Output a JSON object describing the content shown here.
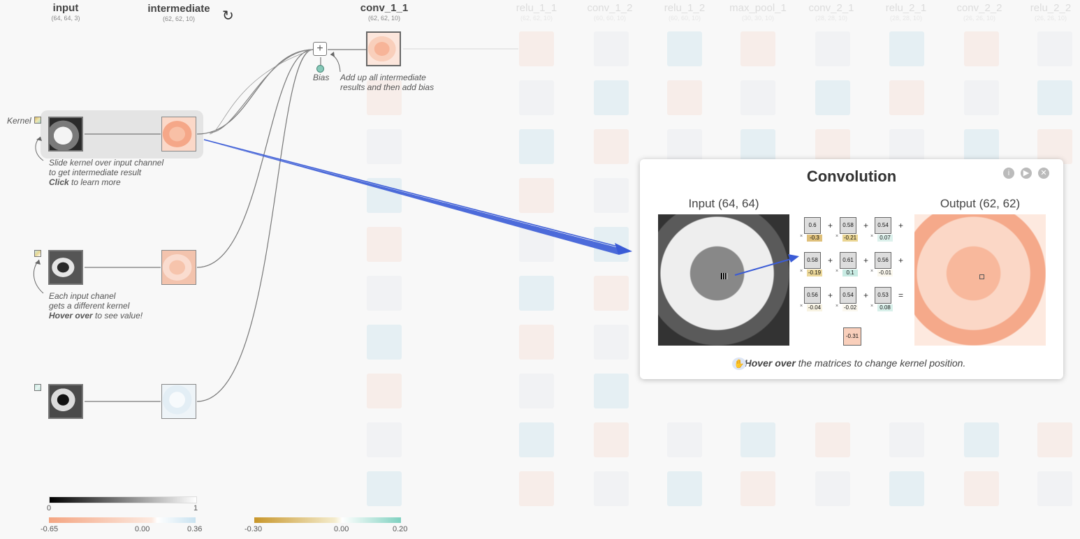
{
  "columns": {
    "input": {
      "title": "input",
      "shape": "(64, 64, 3)"
    },
    "intermediate": {
      "title": "intermediate",
      "shape": "(62, 62, 10)"
    },
    "conv_1_1": {
      "title": "conv_1_1",
      "shape": "(62, 62, 10)"
    }
  },
  "faded_layers": [
    {
      "title": "relu_1_1",
      "shape": "(62, 62, 10)"
    },
    {
      "title": "conv_1_2",
      "shape": "(60, 60, 10)"
    },
    {
      "title": "relu_1_2",
      "shape": "(60, 60, 10)"
    },
    {
      "title": "max_pool_1",
      "shape": "(30, 30, 10)"
    },
    {
      "title": "conv_2_1",
      "shape": "(28, 28, 10)"
    },
    {
      "title": "relu_2_1",
      "shape": "(28, 28, 10)"
    },
    {
      "title": "conv_2_2",
      "shape": "(26, 26, 10)"
    },
    {
      "title": "relu_2_2",
      "shape": "(26, 26, 10)"
    }
  ],
  "annotations": {
    "kernel_label": "Kernel",
    "bias_label": "Bias",
    "bias_note_1": "Add up all intermediate",
    "bias_note_2": "results and then add bias",
    "slide_note_1": "Slide kernel over input channel",
    "slide_note_2": "to get intermediate result",
    "slide_note_3_bold": "Click",
    "slide_note_3_rest": " to learn more",
    "channel_note_1": "Each input chanel",
    "channel_note_2": "gets a different kernel",
    "channel_note_3_bold": "Hover over",
    "channel_note_3_rest": " to see value!"
  },
  "legends": {
    "gray": {
      "min": "0",
      "max": "1"
    },
    "intermediate": {
      "min": "-0.65",
      "mid": "0.00",
      "max": "0.36"
    },
    "kernel": {
      "min": "-0.30",
      "mid": "0.00",
      "max": "0.20"
    }
  },
  "popup": {
    "title": "Convolution",
    "input_label": "Input (64, 64)",
    "output_label": "Output (62, 62)",
    "icons": [
      "info-icon",
      "play-icon",
      "close-icon"
    ],
    "matrix": [
      [
        {
          "v": "0.6",
          "k": "-0.3"
        },
        {
          "v": "0.58",
          "k": "-0.21"
        },
        {
          "v": "0.54",
          "k": "0.07"
        }
      ],
      [
        {
          "v": "0.58",
          "k": "-0.19"
        },
        {
          "v": "0.61",
          "k": "0.1"
        },
        {
          "v": "0.56",
          "k": "-0.01"
        }
      ],
      [
        {
          "v": "0.56",
          "k": "-0.04"
        },
        {
          "v": "0.54",
          "k": "-0.02"
        },
        {
          "v": "0.53",
          "k": "0.08"
        }
      ]
    ],
    "result": "-0.31",
    "hint_bold": "Hover over",
    "hint_rest": " the matrices to change kernel position."
  },
  "colors": {
    "accent_arrow": "#3a5bd6",
    "negative": "#f4a582",
    "positive": "#92c5de",
    "kernel_negative": "#c8962a",
    "kernel_positive": "#7fd1c0"
  }
}
